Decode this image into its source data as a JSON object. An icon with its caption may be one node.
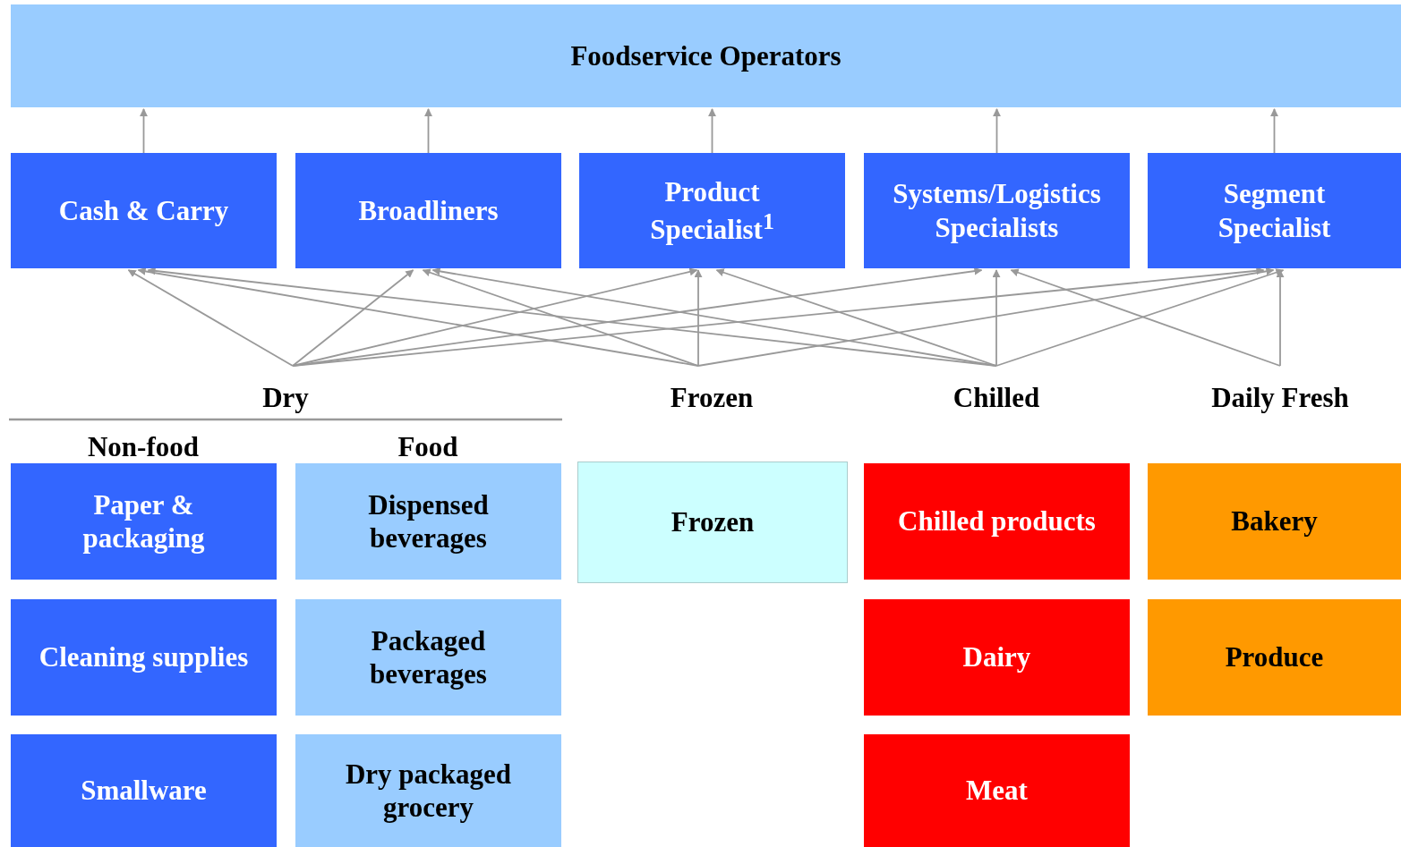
{
  "diagram": {
    "nodes": [
      {
        "text": [
          "Foodservice Operators"
        ]
      },
      {
        "text": [
          "Cash & Carry"
        ]
      },
      {
        "text": [
          "Broadliners"
        ]
      },
      {
        "text": [
          "Product Specialist$^{1}$"
        ]
      },
      {
        "text": [
          "Systems/Logistics Specialists"
        ]
      },
      {
        "text": [
          "Segment Specialist"
        ]
      },
      {
        "text": [
          "Dry"
        ]
      },
      {
        "text": [
          "Frozen"
        ]
      },
      {
        "text": [
          "Chilled"
        ]
      },
      {
        "text": [
          "Daily Fresh"
        ]
      },
      {
        "text": [
          "Paper & packaging"
        ]
      },
      {
        "text": [
          "Dispensed beverages"
        ]
      },
      {
        "text": [
          "Frozen"
        ]
      },
      {
        "text": [
          "Chilled products"
        ]
      },
      {
        "text": [
          "Bakery"
        ]
      },
      {
        "text": [
          "Cleaning supplies"
        ]
      },
      {
        "text": [
          "Packaged beverages"
        ]
      },
      {
        "text": [
          "Dairy"
        ]
      },
      {
        "text": [
          "Produce"
        ]
      },
      {
        "text": [
          "Smallware"
        ]
      },
      {
        "text": [
          "Dry packaged grocery"
        ]
      },
      {
        "text": [
          "Meat"
        ]
      }
    ],
    "edges": [
      {
        "from": 1,
        "to": 0,
        "arrow": "to"
      },
      {
        "from": 2,
        "to": 0,
        "arrow": "to"
      },
      {
        "from": 3,
        "to": 0,
        "arrow": "to"
      },
      {
        "from": 4,
        "to": 0,
        "arrow": "to"
      },
      {
        "from": 5,
        "to": 0,
        "arrow": "to"
      },
      {
        "from": 6,
        "to": 1,
        "arrow": "to"
      },
      {
        "from": 6,
        "to": 2,
        "arrow": "to"
      },
      {
        "from": 6,
        "to": 3,
        "arrow": "to"
      },
      {
        "from": 6,
        "to": 4,
        "arrow": "to"
      },
      {
        "from": 6,
        "to": 5,
        "arrow": "to"
      },
      {
        "from": 7,
        "to": 1,
        "arrow": "to"
      },
      {
        "from": 7,
        "to": 2,
        "arrow": "to"
      },
      {
        "from": 7,
        "to": 3,
        "arrow": "to"
      },
      {
        "from": 7,
        "to": 5,
        "arrow": "to"
      },
      {
        "from": 8,
        "to": 1,
        "arrow": "to"
      },
      {
        "from": 8,
        "to": 2,
        "arrow": "to"
      },
      {
        "from": 8,
        "to": 3,
        "arrow": "to"
      },
      {
        "from": 8,
        "to": 4,
        "arrow": "to"
      },
      {
        "from": 8,
        "to": 5,
        "arrow": "to"
      },
      {
        "from": 9,
        "to": 4,
        "arrow": "to"
      },
      {
        "from": 9,
        "to": 5,
        "arrow": "to"
      }
    ],
    "labels": [
      "Non-food",
      "Food"
    ]
  }
}
